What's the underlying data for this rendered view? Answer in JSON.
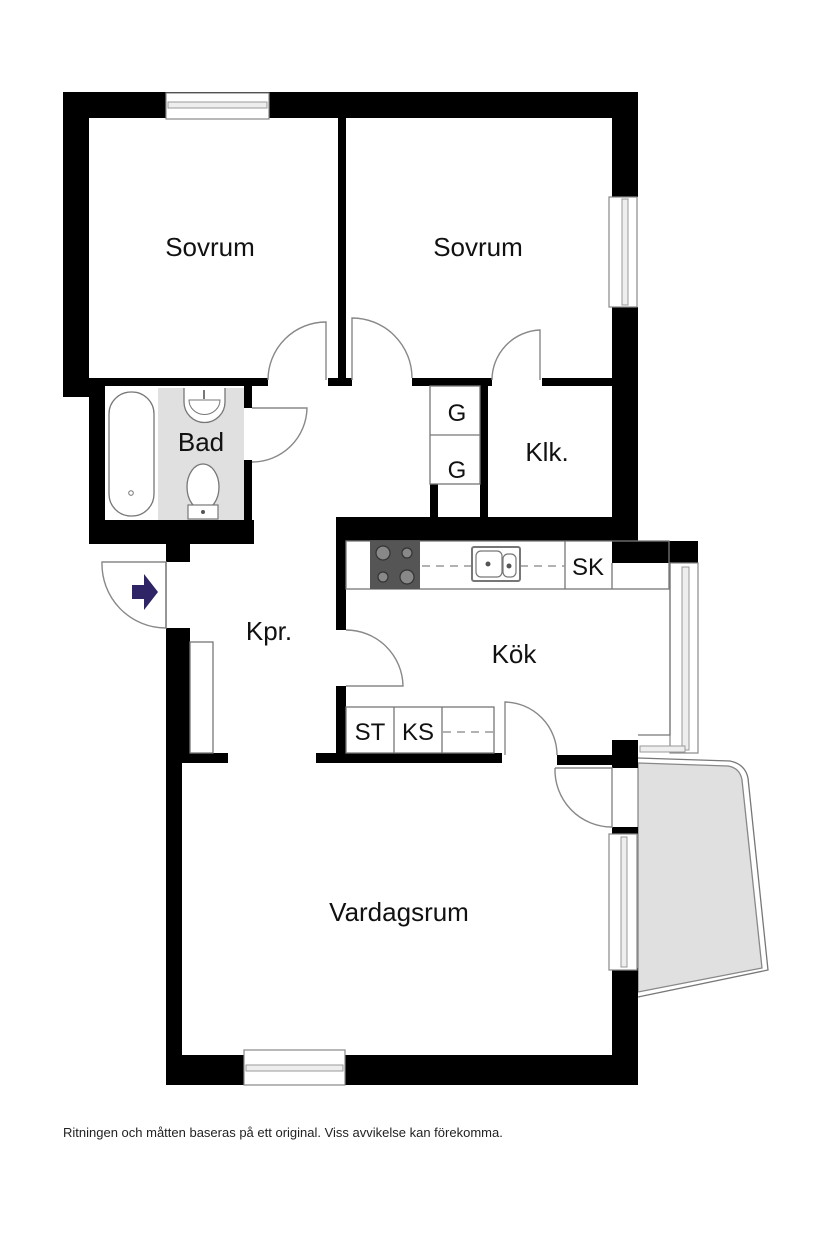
{
  "floorplan": {
    "rooms": {
      "bedroom_1": "Sovrum",
      "bedroom_2": "Sovrum",
      "bathroom": "Bad",
      "closet_1": "G",
      "closet_2": "G",
      "walk_in_closet": "Klk.",
      "hallway": "Kpr.",
      "kitchen": "Kök",
      "living_room": "Vardagsrum"
    },
    "appliances": {
      "cabinet_sk": "SK",
      "stove_st": "ST",
      "fridge_ks": "KS"
    },
    "entrance_arrow_color": "#2e2466",
    "bathroom_fill": "#e0e0e0",
    "balcony_fill": "#e0e0e0"
  },
  "footer": {
    "disclaimer": "Ritningen och måtten baseras på ett original. Viss avvikelse kan förekomma."
  }
}
